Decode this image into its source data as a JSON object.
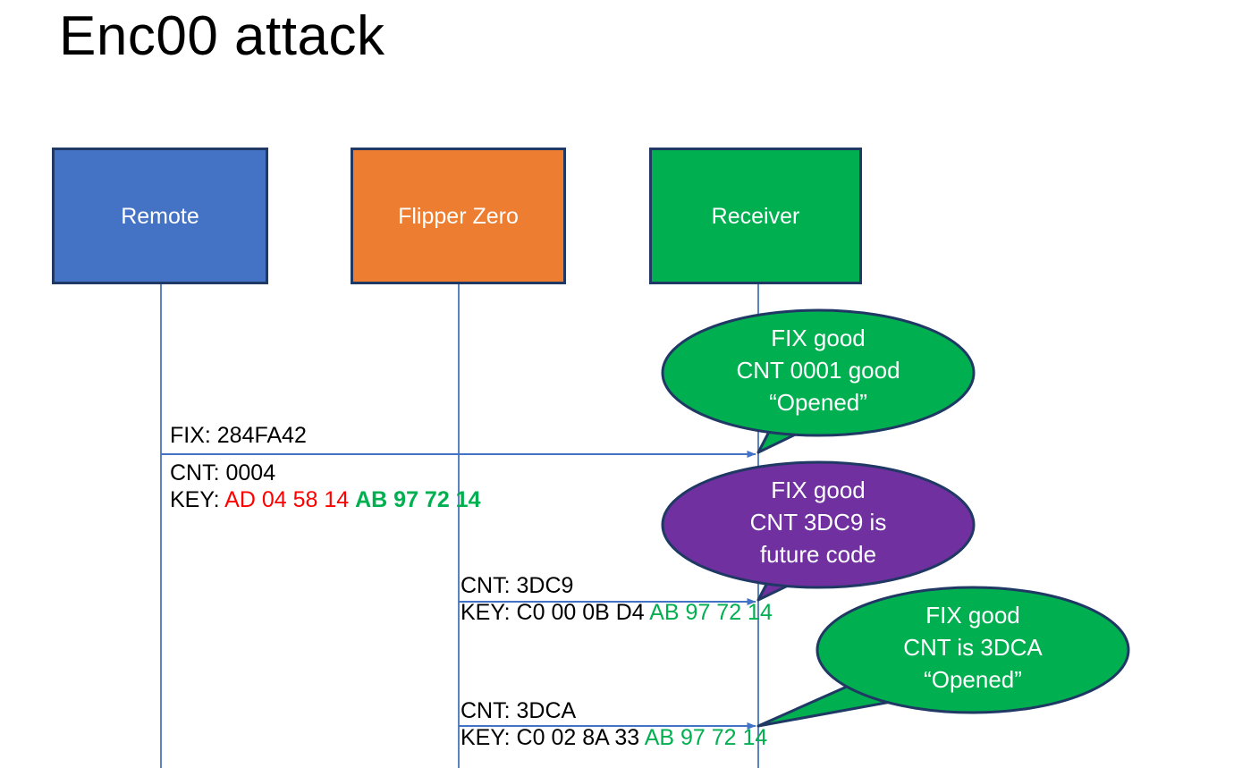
{
  "slide": {
    "title": "Enc00 attack",
    "background": "#ffffff"
  },
  "colors": {
    "remote": "#4472C4",
    "flipper": "#ED7D31",
    "receiver": "#00B050",
    "bubble_green": "#00B050",
    "bubble_purple": "#7030A0",
    "outline": "#1F3864",
    "lifeline": "#5B83C0",
    "arrow": "#4472C4",
    "key_changing": "#FF0000",
    "key_fixed": "#00B050",
    "text": "#000000"
  },
  "actors": [
    {
      "id": "remote",
      "label": "Remote",
      "fill": "#4472C4"
    },
    {
      "id": "flipper",
      "label": "Flipper Zero",
      "fill": "#ED7D31"
    },
    {
      "id": "receiver",
      "label": "Receiver",
      "fill": "#00B050"
    }
  ],
  "messages": [
    {
      "id": "msg-1-fix",
      "lines": [
        {
          "segments": [
            {
              "text": "FIX: 284FA42",
              "color": "text"
            }
          ]
        }
      ]
    },
    {
      "id": "msg-1-cnt-key",
      "lines": [
        {
          "segments": [
            {
              "text": "CNT: 0004",
              "color": "text"
            }
          ]
        },
        {
          "segments": [
            {
              "text": "KEY: ",
              "color": "text"
            },
            {
              "text": "AD 04 58 14 ",
              "color": "key_changing"
            },
            {
              "text": "AB 97 72 14",
              "color": "key_fixed",
              "bold": true
            }
          ]
        }
      ]
    },
    {
      "id": "msg-2",
      "lines": [
        {
          "segments": [
            {
              "text": "CNT: 3DC9",
              "color": "text"
            }
          ]
        },
        {
          "segments": [
            {
              "text": "KEY: C0 00 0B D4 ",
              "color": "text"
            },
            {
              "text": "AB 97 72 14",
              "color": "key_fixed"
            }
          ]
        }
      ]
    },
    {
      "id": "msg-3",
      "lines": [
        {
          "segments": [
            {
              "text": "CNT: 3DCA",
              "color": "text"
            }
          ]
        },
        {
          "segments": [
            {
              "text": "KEY: C0 02 8A 33 ",
              "color": "text"
            },
            {
              "text": "AB 97 72 14",
              "color": "key_fixed"
            }
          ]
        }
      ]
    }
  ],
  "bubbles": [
    {
      "id": "bubble-1",
      "fill": "#00B050",
      "lines": [
        "FIX good",
        "CNT 0001 good",
        "“Opened”"
      ]
    },
    {
      "id": "bubble-2",
      "fill": "#7030A0",
      "lines": [
        "FIX good",
        "CNT 3DC9 is",
        "future code"
      ]
    },
    {
      "id": "bubble-3",
      "fill": "#00B050",
      "lines": [
        "FIX good",
        "CNT is 3DCA",
        "“Opened”"
      ]
    }
  ]
}
